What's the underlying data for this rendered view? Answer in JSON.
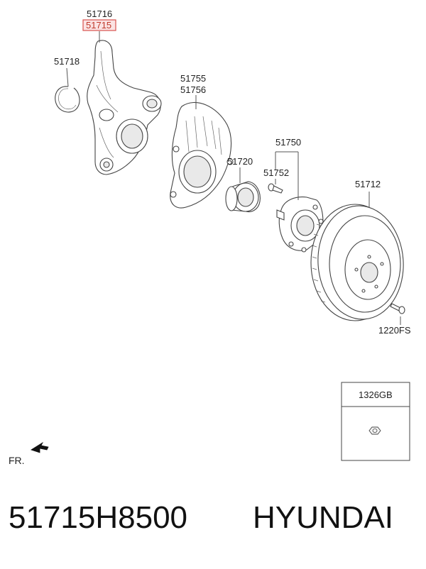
{
  "labels": {
    "knuckle_alt": "51716",
    "knuckle_selected": "51715",
    "snap_ring": "51718",
    "dust_cover_a": "51755",
    "dust_cover_b": "51756",
    "bearing": "51720",
    "hub_assembly": "51750",
    "hub_bolt": "51752",
    "disc": "51712",
    "disc_screw": "1220FS",
    "nut_box": "1326GB",
    "front_indicator": "FR."
  },
  "caption": {
    "part_number": "51715H8500",
    "brand": "HYUNDAI"
  },
  "colors": {
    "highlight": "#d9534f",
    "highlight_fill": "#fbe3e3",
    "line": "#555555"
  }
}
